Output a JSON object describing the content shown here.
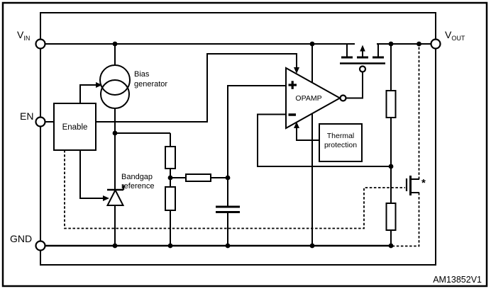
{
  "figure": {
    "part_code": "AM13852V1",
    "pins": {
      "vin": {
        "main": "V",
        "sub": "IN"
      },
      "en": {
        "main": "EN",
        "sub": ""
      },
      "gnd": {
        "main": "GND",
        "sub": ""
      },
      "vout": {
        "main": "V",
        "sub": "OUT"
      }
    },
    "blocks": {
      "enable": {
        "label": "Enable"
      },
      "bias_generator": {
        "line1": "Bias",
        "line2": "generator"
      },
      "bandgap_reference": {
        "line1": "Bandgap",
        "line2": "reference"
      },
      "opamp": {
        "label": "OPAMP"
      },
      "thermal_protection": {
        "line1": "Thermal",
        "line2": "protection"
      }
    },
    "annotations": {
      "pass_device_note": "*"
    },
    "colors": {
      "line": "#000000",
      "background": "#ffffff"
    }
  }
}
